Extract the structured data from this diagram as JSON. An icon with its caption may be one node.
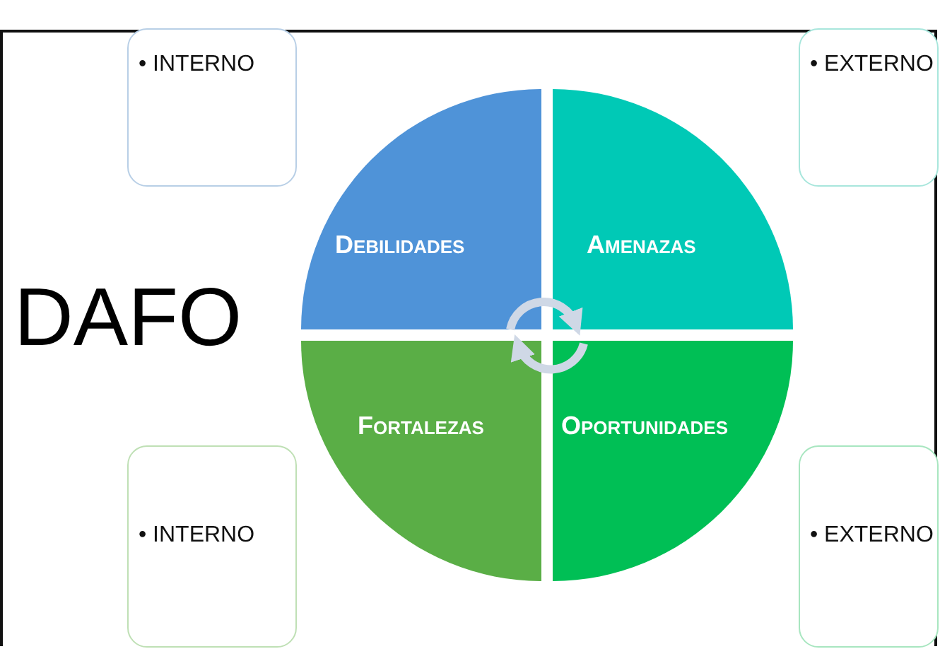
{
  "diagram": {
    "title": "DAFO",
    "nodes": [
      {
        "text": [
          "• INTERNO"
        ]
      },
      {
        "text": [
          "• EXTERNO"
        ]
      },
      {
        "text": [
          "Debilidades"
        ]
      },
      {
        "text": [
          "Amenazas"
        ]
      },
      {
        "text": [
          "Fortalezas"
        ]
      },
      {
        "text": [
          "Oportunidades"
        ]
      },
      {
        "text": [
          "• INTERNO"
        ]
      },
      {
        "text": [
          "• EXTERNO"
        ]
      }
    ],
    "edges": [
      {
        "from": 2,
        "to": 3,
        "arrow": "to"
      },
      {
        "from": 5,
        "to": 4,
        "arrow": "to"
      }
    ]
  }
}
